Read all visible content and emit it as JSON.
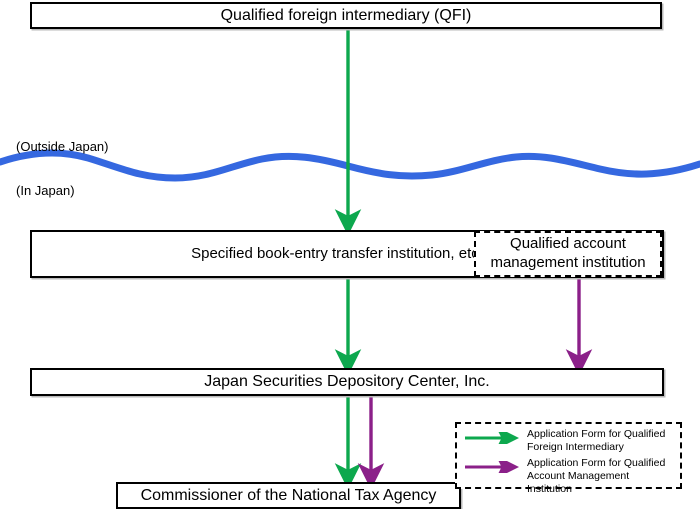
{
  "diagram": {
    "title_box": {
      "label": "Qualified foreign intermediary (QFI)"
    },
    "region_labels": {
      "outside": "(Outside Japan)",
      "inside": "(In Japan)"
    },
    "boxes": {
      "specified_book_entry": "Specified book-entry transfer institution, etc.",
      "qualified_account_management": "Qualified account management institution",
      "jasdec": "Japan Securities Depository Center, Inc.",
      "commissioner": "Commissioner of the National Tax Agency"
    },
    "legend": {
      "items": [
        {
          "color_name": "green-arrow-icon",
          "line1": "Application Form for Qualified",
          "line2": "Foreign Intermediary"
        },
        {
          "color_name": "purple-arrow-icon",
          "line1": "Application Form for Qualified",
          "line2": "Account Management Institution"
        }
      ]
    },
    "colors": {
      "green": "#0DA84E",
      "purple": "#8B2089",
      "wave_blue": "#3568E0",
      "border": "#000000"
    }
  }
}
